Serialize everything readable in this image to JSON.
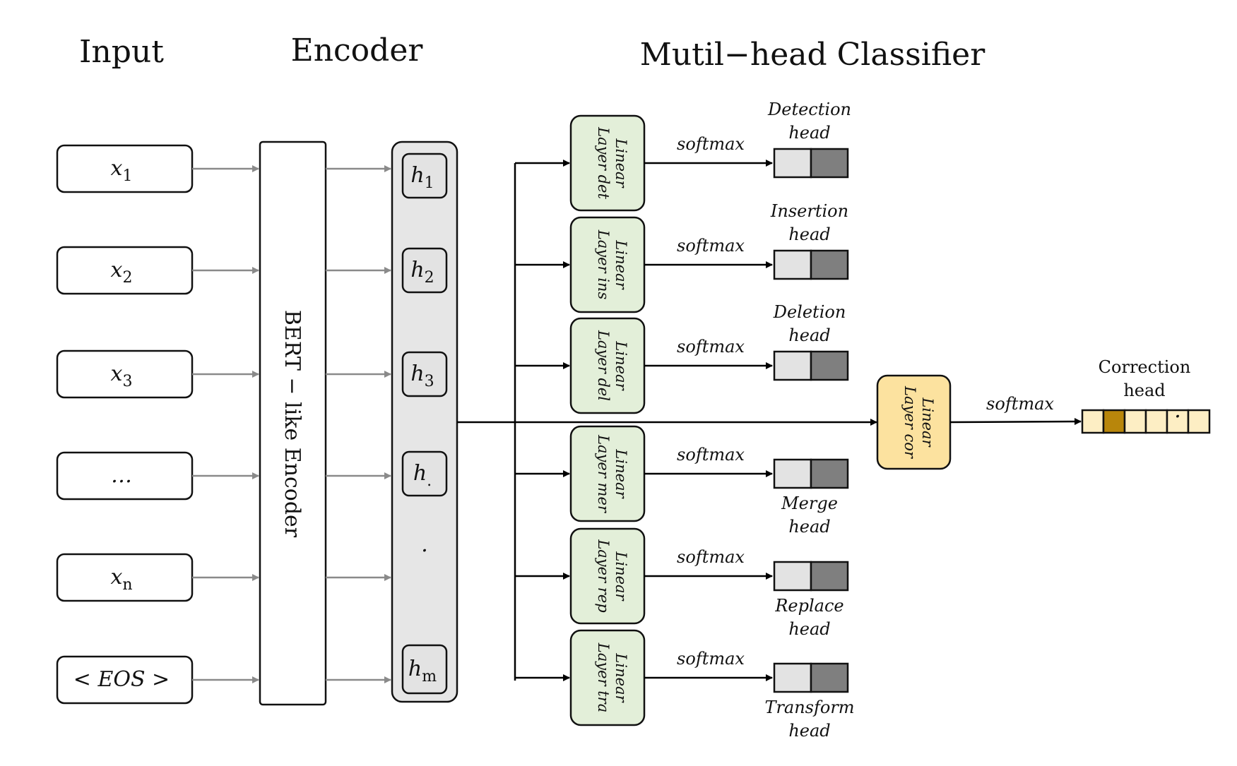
{
  "sections": {
    "input": "Input",
    "encoder": "Encoder",
    "classifier": "Mutil−head Classifier"
  },
  "inputs": [
    {
      "base": "x",
      "sub": "1"
    },
    {
      "base": "x",
      "sub": "2"
    },
    {
      "base": "x",
      "sub": "3"
    },
    {
      "base": "…",
      "sub": ""
    },
    {
      "base": "x",
      "sub": "n"
    },
    {
      "base": "< EOS >",
      "sub": ""
    }
  ],
  "encoder_label": "BERT − like Encoder",
  "hidden": [
    {
      "base": "h",
      "sub": "1"
    },
    {
      "base": "h",
      "sub": "2"
    },
    {
      "base": "h",
      "sub": "3"
    },
    {
      "base": "h",
      "sub": "."
    },
    {
      "base": "·",
      "sub": ""
    },
    {
      "base": "h",
      "sub": "m"
    }
  ],
  "heads": [
    {
      "line1": "Linear",
      "line2": "Layer det",
      "softmax": "softmax",
      "label1": "Detection",
      "label2": "head"
    },
    {
      "line1": "Linear",
      "line2": "Layer ins",
      "softmax": "softmax",
      "label1": "Insertion",
      "label2": "head"
    },
    {
      "line1": "Linear",
      "line2": "Layer del",
      "softmax": "softmax",
      "label1": "Deletion",
      "label2": "head"
    },
    {
      "line1": "Linear",
      "line2": "Layer mer",
      "softmax": "softmax",
      "label1": "Merge",
      "label2": "head"
    },
    {
      "line1": "Linear",
      "line2": "Layer rep",
      "softmax": "softmax",
      "label1": "Replace",
      "label2": "head"
    },
    {
      "line1": "Linear",
      "line2": "Layer tra",
      "softmax": "softmax",
      "label1": "Transform",
      "label2": "head"
    }
  ],
  "correction": {
    "line1": "Linear",
    "line2": "Layer cor",
    "softmax": "softmax",
    "label1": "Correction",
    "label2": "head",
    "dot": "·"
  },
  "colors": {
    "linear_fill": "#e3efd9",
    "correction_fill": "#fce29f",
    "encoder_panel": "#e6e6e6",
    "cell_light": "#e3e3e3",
    "cell_dark": "#7f7f7f",
    "corr_light": "#fdeec4",
    "corr_dark": "#b8860b",
    "arrow_gray": "#8a8a8a"
  }
}
